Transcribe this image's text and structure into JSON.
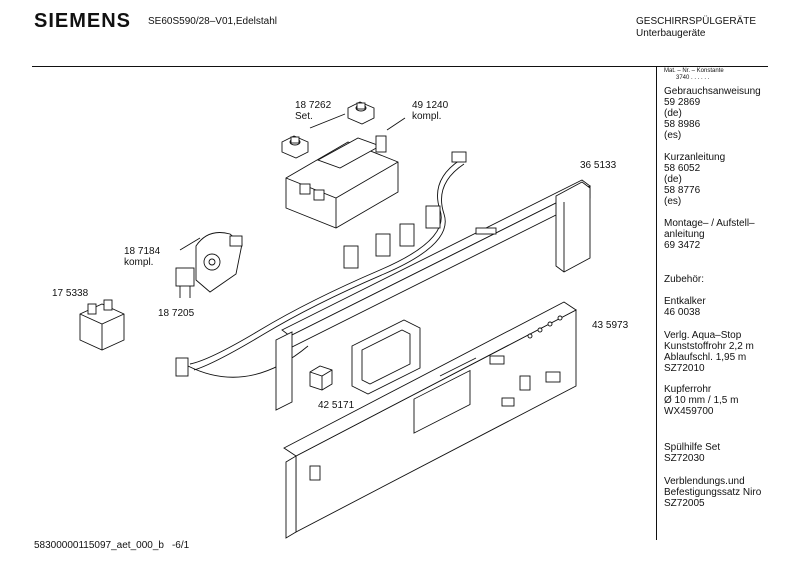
{
  "header": {
    "brand": "SIEMENS",
    "model": "SE60S590/28–V01,Edelstahl",
    "category_line1": "GESCHIRRSPÜLGERÄTE",
    "category_line2": "Unterbaugeräte"
  },
  "sidebar": {
    "mat_label": "Mat. – Nr. – Konstante",
    "mat_value": "3740 . . . . . .",
    "blocks": [
      {
        "lines": [
          "Gebrauchsanweisung",
          "59 2869",
          "(de)",
          "58 8986",
          "(es)"
        ]
      },
      {
        "lines": [
          "Kurzanleitung",
          "58 6052",
          "(de)",
          "58 8776",
          "(es)"
        ]
      },
      {
        "lines": [
          "Montage– / Aufstell–",
          "anleitung",
          "69 3472"
        ]
      },
      {
        "lines": [
          "Zubehör:"
        ]
      },
      {
        "lines": [
          "Entkalker",
          "46 0038"
        ]
      },
      {
        "lines": [
          "Verlg. Aqua–Stop",
          "Kunststoffrohr 2,2 m",
          "Ablaufschl. 1,95 m",
          "SZ72010"
        ]
      },
      {
        "lines": [
          "Kupferrohr",
          "Ø 10 mm / 1,5 m",
          "WX459700"
        ]
      },
      {
        "lines": [
          "Spülhilfe Set",
          "SZ72030"
        ]
      },
      {
        "lines": [
          "Verblendungs.und",
          "Befestigungssatz Niro",
          "SZ72005"
        ]
      }
    ]
  },
  "parts": {
    "p187262": {
      "number": "18 7262",
      "note": "Set."
    },
    "p491240": {
      "number": "49 1240",
      "note": "kompl."
    },
    "p365133": {
      "number": "36 5133"
    },
    "p187184": {
      "number": "18 7184",
      "note": "kompl."
    },
    "p175338": {
      "number": "17 5338"
    },
    "p187205": {
      "number": "18 7205"
    },
    "p435973": {
      "number": "43 5973"
    },
    "p425171": {
      "number": "42 5171"
    }
  },
  "footer": {
    "doc_id": "58300000115097_aet_000_b",
    "page": "-6/1"
  }
}
